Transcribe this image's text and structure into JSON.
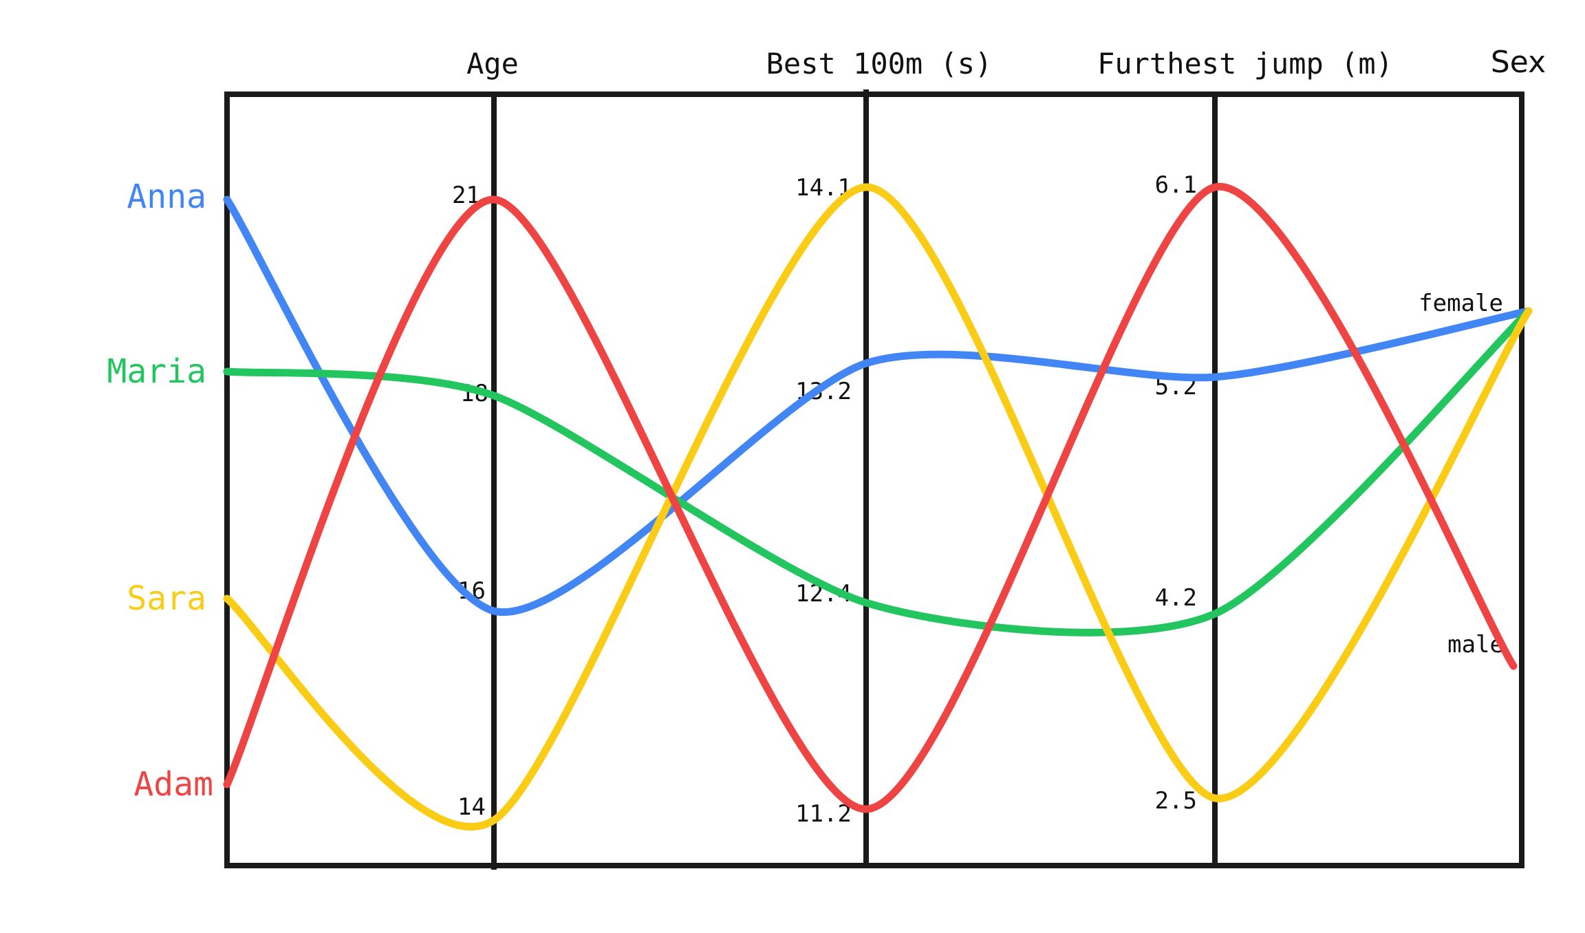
{
  "chart_data": {
    "type": "line",
    "subtype": "parallel-coordinates",
    "axes": [
      {
        "key": "name",
        "label": "",
        "ticks": []
      },
      {
        "key": "age",
        "label": "Age",
        "ticks": [
          "21",
          "18",
          "16",
          "14"
        ]
      },
      {
        "key": "best100m",
        "label": "Best 100m (s)",
        "ticks": [
          "14.1",
          "13.2",
          "12.4",
          "11.2"
        ]
      },
      {
        "key": "jump",
        "label": "Furthest jump (m)",
        "ticks": [
          "6.1",
          "5.2",
          "4.2",
          "2.5"
        ]
      },
      {
        "key": "sex",
        "label": "Sex",
        "ticks": [
          "female",
          "male"
        ]
      }
    ],
    "series": [
      {
        "name": "Anna",
        "color": "#4285F4",
        "values": {
          "age": 16,
          "best100m": 13.2,
          "jump": 5.2,
          "sex": "female"
        }
      },
      {
        "name": "Maria",
        "color": "#22C55E",
        "values": {
          "age": 18,
          "best100m": 12.4,
          "jump": 4.2,
          "sex": "female"
        }
      },
      {
        "name": "Sara",
        "color": "#FACC15",
        "values": {
          "age": 14,
          "best100m": 14.1,
          "jump": 2.5,
          "sex": "female"
        }
      },
      {
        "name": "Adam",
        "color": "#EF4444",
        "values": {
          "age": 21,
          "best100m": 11.2,
          "jump": 6.1,
          "sex": "male"
        }
      }
    ],
    "legend": "left",
    "grid": false
  }
}
